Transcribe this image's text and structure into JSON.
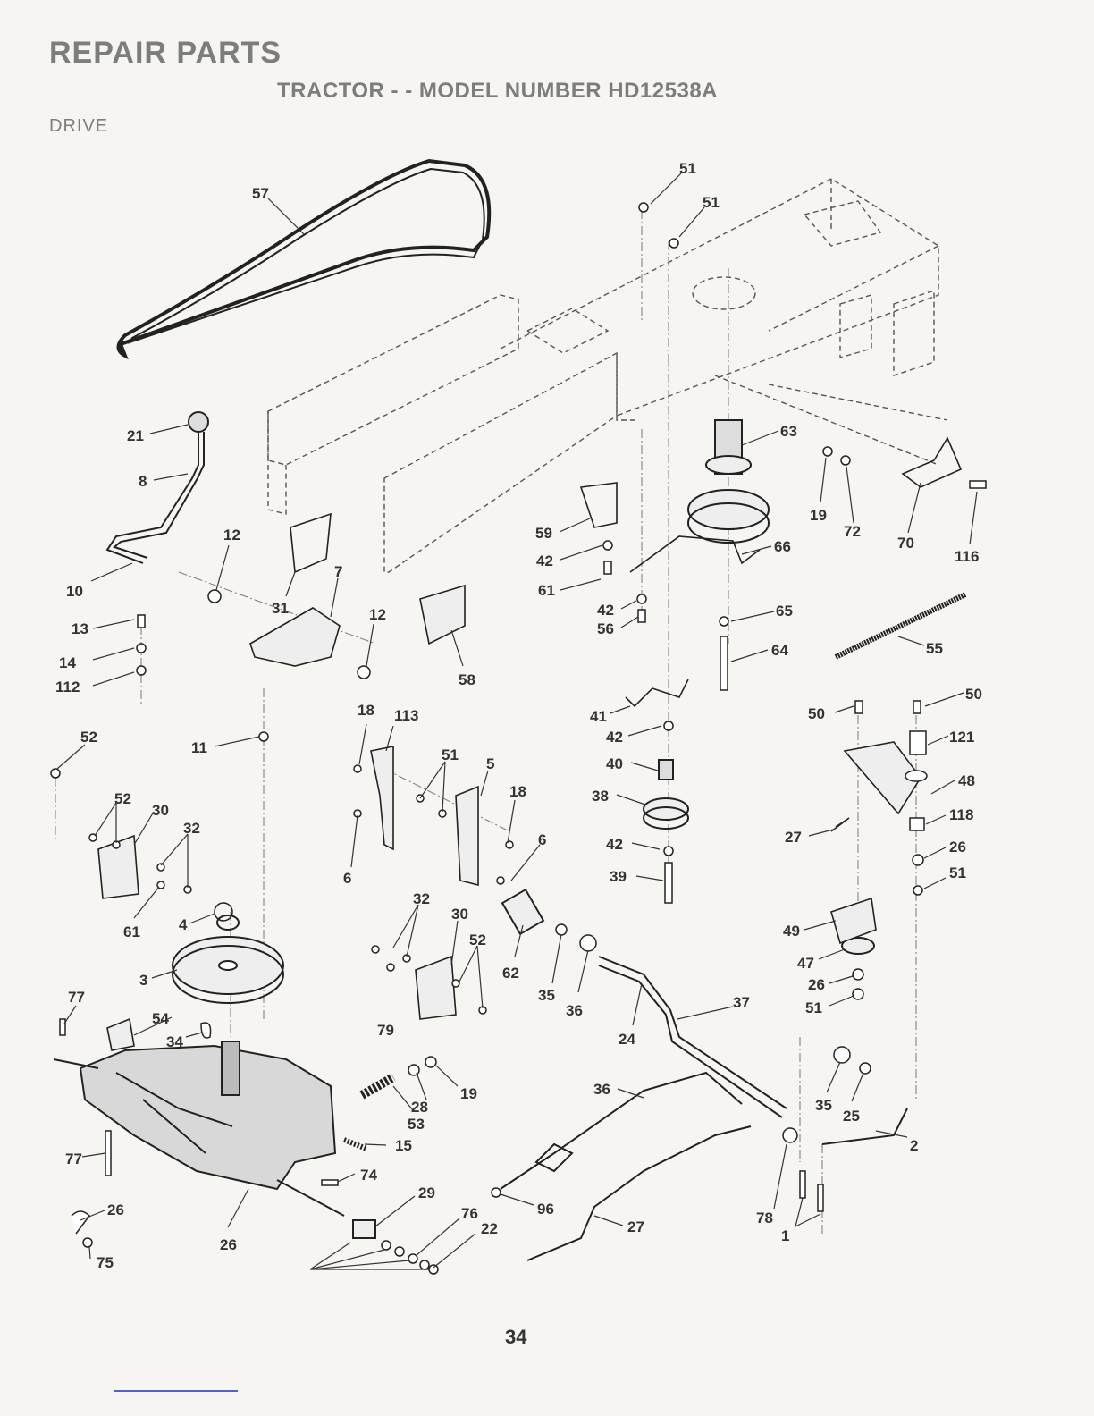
{
  "header": {
    "title": "REPAIR PARTS",
    "subtitle": "TRACTOR - - MODEL NUMBER HD12538A",
    "section": "DRIVE"
  },
  "callouts": [
    "57",
    "51",
    "51",
    "63",
    "21",
    "8",
    "19",
    "72",
    "70",
    "116",
    "12",
    "59",
    "66",
    "42",
    "61",
    "10",
    "31",
    "7",
    "12",
    "42",
    "56",
    "65",
    "13",
    "64",
    "55",
    "14",
    "112",
    "58",
    "50",
    "50",
    "18",
    "113",
    "41",
    "52",
    "11",
    "42",
    "121",
    "51",
    "5",
    "40",
    "48",
    "18",
    "52",
    "30",
    "38",
    "118",
    "32",
    "6",
    "42",
    "26",
    "27",
    "6",
    "39",
    "51",
    "61",
    "4",
    "32",
    "30",
    "49",
    "52",
    "62",
    "47",
    "3",
    "35",
    "36",
    "26",
    "77",
    "37",
    "54",
    "51",
    "79",
    "34",
    "24",
    "19",
    "28",
    "36",
    "35",
    "25",
    "53",
    "2",
    "15",
    "77",
    "74",
    "29",
    "96",
    "26",
    "78",
    "76",
    "22",
    "27",
    "1",
    "26",
    "75"
  ],
  "footer": {
    "page_number": "34"
  }
}
